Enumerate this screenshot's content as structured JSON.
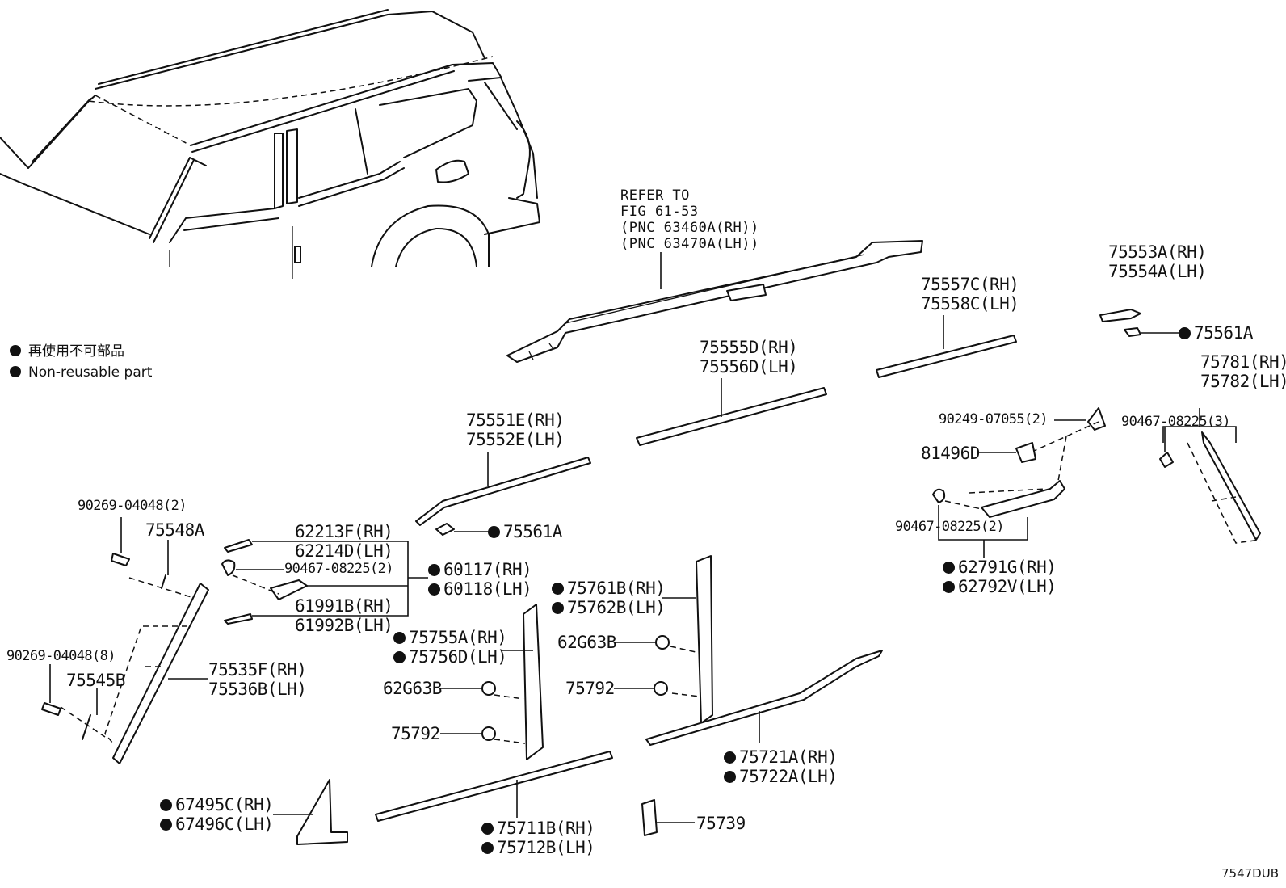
{
  "legend": {
    "jp": "再使用不可部品",
    "en": "Non-reusable part"
  },
  "refer": {
    "line1": "REFER TO",
    "line2": "FIG 61-53",
    "line3": "(PNC 63460A(RH))",
    "line4": "(PNC 63470A(LH))"
  },
  "figure_code": "7547DUB",
  "parts": {
    "p75553_rh": "75553A(RH)",
    "p75554_lh": "75554A(LH)",
    "p75561_top": "75561A",
    "p75557_rh": "75557C(RH)",
    "p75558_lh": "75558C(LH)",
    "p75555_rh": "75555D(RH)",
    "p75556_lh": "75556D(LH)",
    "p75781_rh": "75781(RH)",
    "p75782_lh": "75782(LH)",
    "p90249": "90249-07055(2)",
    "p90467_3": "90467-08225(3)",
    "p81496": "81496D",
    "p90467_2r": "90467-08225(2)",
    "p62791_rh": "62791G(RH)",
    "p62792_lh": "62792V(LH)",
    "p75551_rh": "75551E(RH)",
    "p75552_lh": "75552E(LH)",
    "p75561_mid": "75561A",
    "p90269_2": "90269-04048(2)",
    "p75548": "75548A",
    "p62213_rh": "62213F(RH)",
    "p62214_lh": "62214D(LH)",
    "p90467_2l": "90467-08225(2)",
    "p60117_rh": "60117(RH)",
    "p60118_lh": "60118(LH)",
    "p61991_rh": "61991B(RH)",
    "p61992_lh": "61992B(LH)",
    "p75761_rh": "75761B(RH)",
    "p75762_lh": "75762B(LH)",
    "p75755_rh": "75755A(RH)",
    "p75756_lh": "75756D(LH)",
    "p62g63_r": "62G63B",
    "p62g63_l": "62G63B",
    "p75792_r": "75792",
    "p75792_l": "75792",
    "p90269_8": "90269-04048(8)",
    "p75545": "75545B",
    "p75535_rh": "75535F(RH)",
    "p75536_lh": "75536B(LH)",
    "p75721_rh": "75721A(RH)",
    "p75722_lh": "75722A(LH)",
    "p67495_rh": "67495C(RH)",
    "p67496_lh": "67496C(LH)",
    "p75711_rh": "75711B(RH)",
    "p75712_lh": "75712B(LH)",
    "p75739": "75739"
  }
}
